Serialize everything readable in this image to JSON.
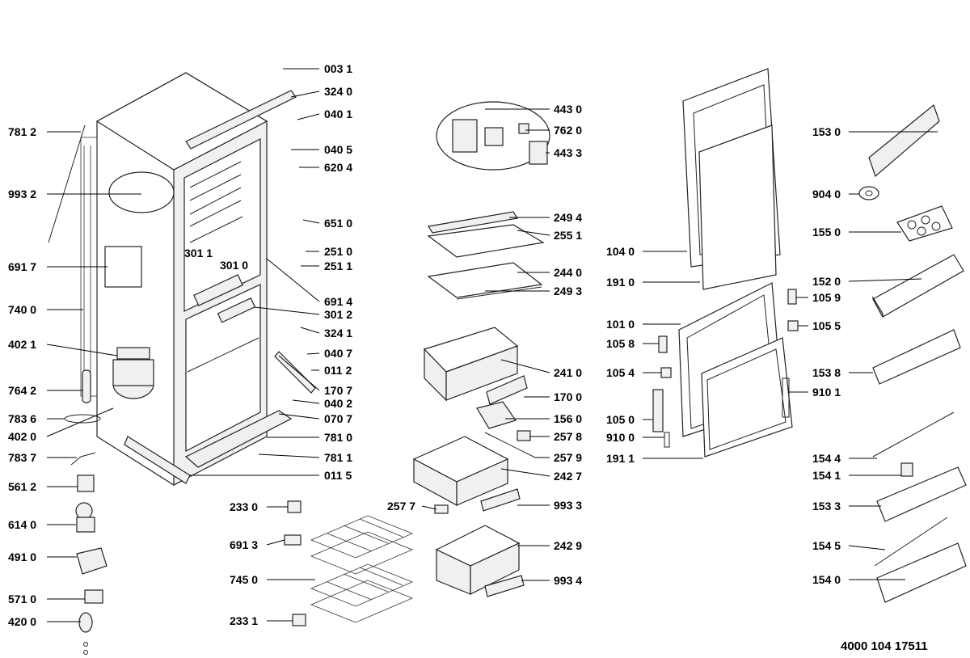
{
  "diagram": {
    "callouts_left": [
      "781 2",
      "993 2",
      "691 7",
      "740 0",
      "402 1",
      "764 2",
      "783 6",
      "402 0",
      "783 7",
      "561 2",
      "614 0",
      "491 0",
      "571 0",
      "420 0"
    ],
    "callouts_cabinet_right": [
      "003 1",
      "324 0",
      "040 1",
      "040 5",
      "620 4",
      "651 0",
      "251 0",
      "251 1",
      "691 4",
      "301 2",
      "324 1",
      "040 7",
      "011 2",
      "170 7",
      "040 2",
      "070 7",
      "781 0",
      "781 1",
      "011 5"
    ],
    "callouts_cabinet_inner": [
      "301 1",
      "301 0"
    ],
    "callouts_center": [
      "443 0",
      "762 0",
      "443 3",
      "249 4",
      "255 1",
      "244 0",
      "249 3",
      "241 0",
      "170 0",
      "156 0",
      "257 8",
      "257 9",
      "242 7",
      "993 3",
      "242 9",
      "993 4"
    ],
    "callouts_center_left": [
      "257 7",
      "233 0",
      "691 3",
      "745 0",
      "233 1"
    ],
    "callouts_door_left": [
      "104 0",
      "191 0",
      "101 0",
      "105 8",
      "105 4",
      "105 0",
      "910 0",
      "191 1"
    ],
    "callouts_door_right": [
      "105 9",
      "105 5",
      "910 1"
    ],
    "callouts_far_right": [
      "153 0",
      "904 0",
      "155 0",
      "152 0",
      "153 8",
      "154 4",
      "154 1",
      "153 3",
      "154 5",
      "154 0"
    ],
    "drawing_number": "4000 104 17511"
  }
}
